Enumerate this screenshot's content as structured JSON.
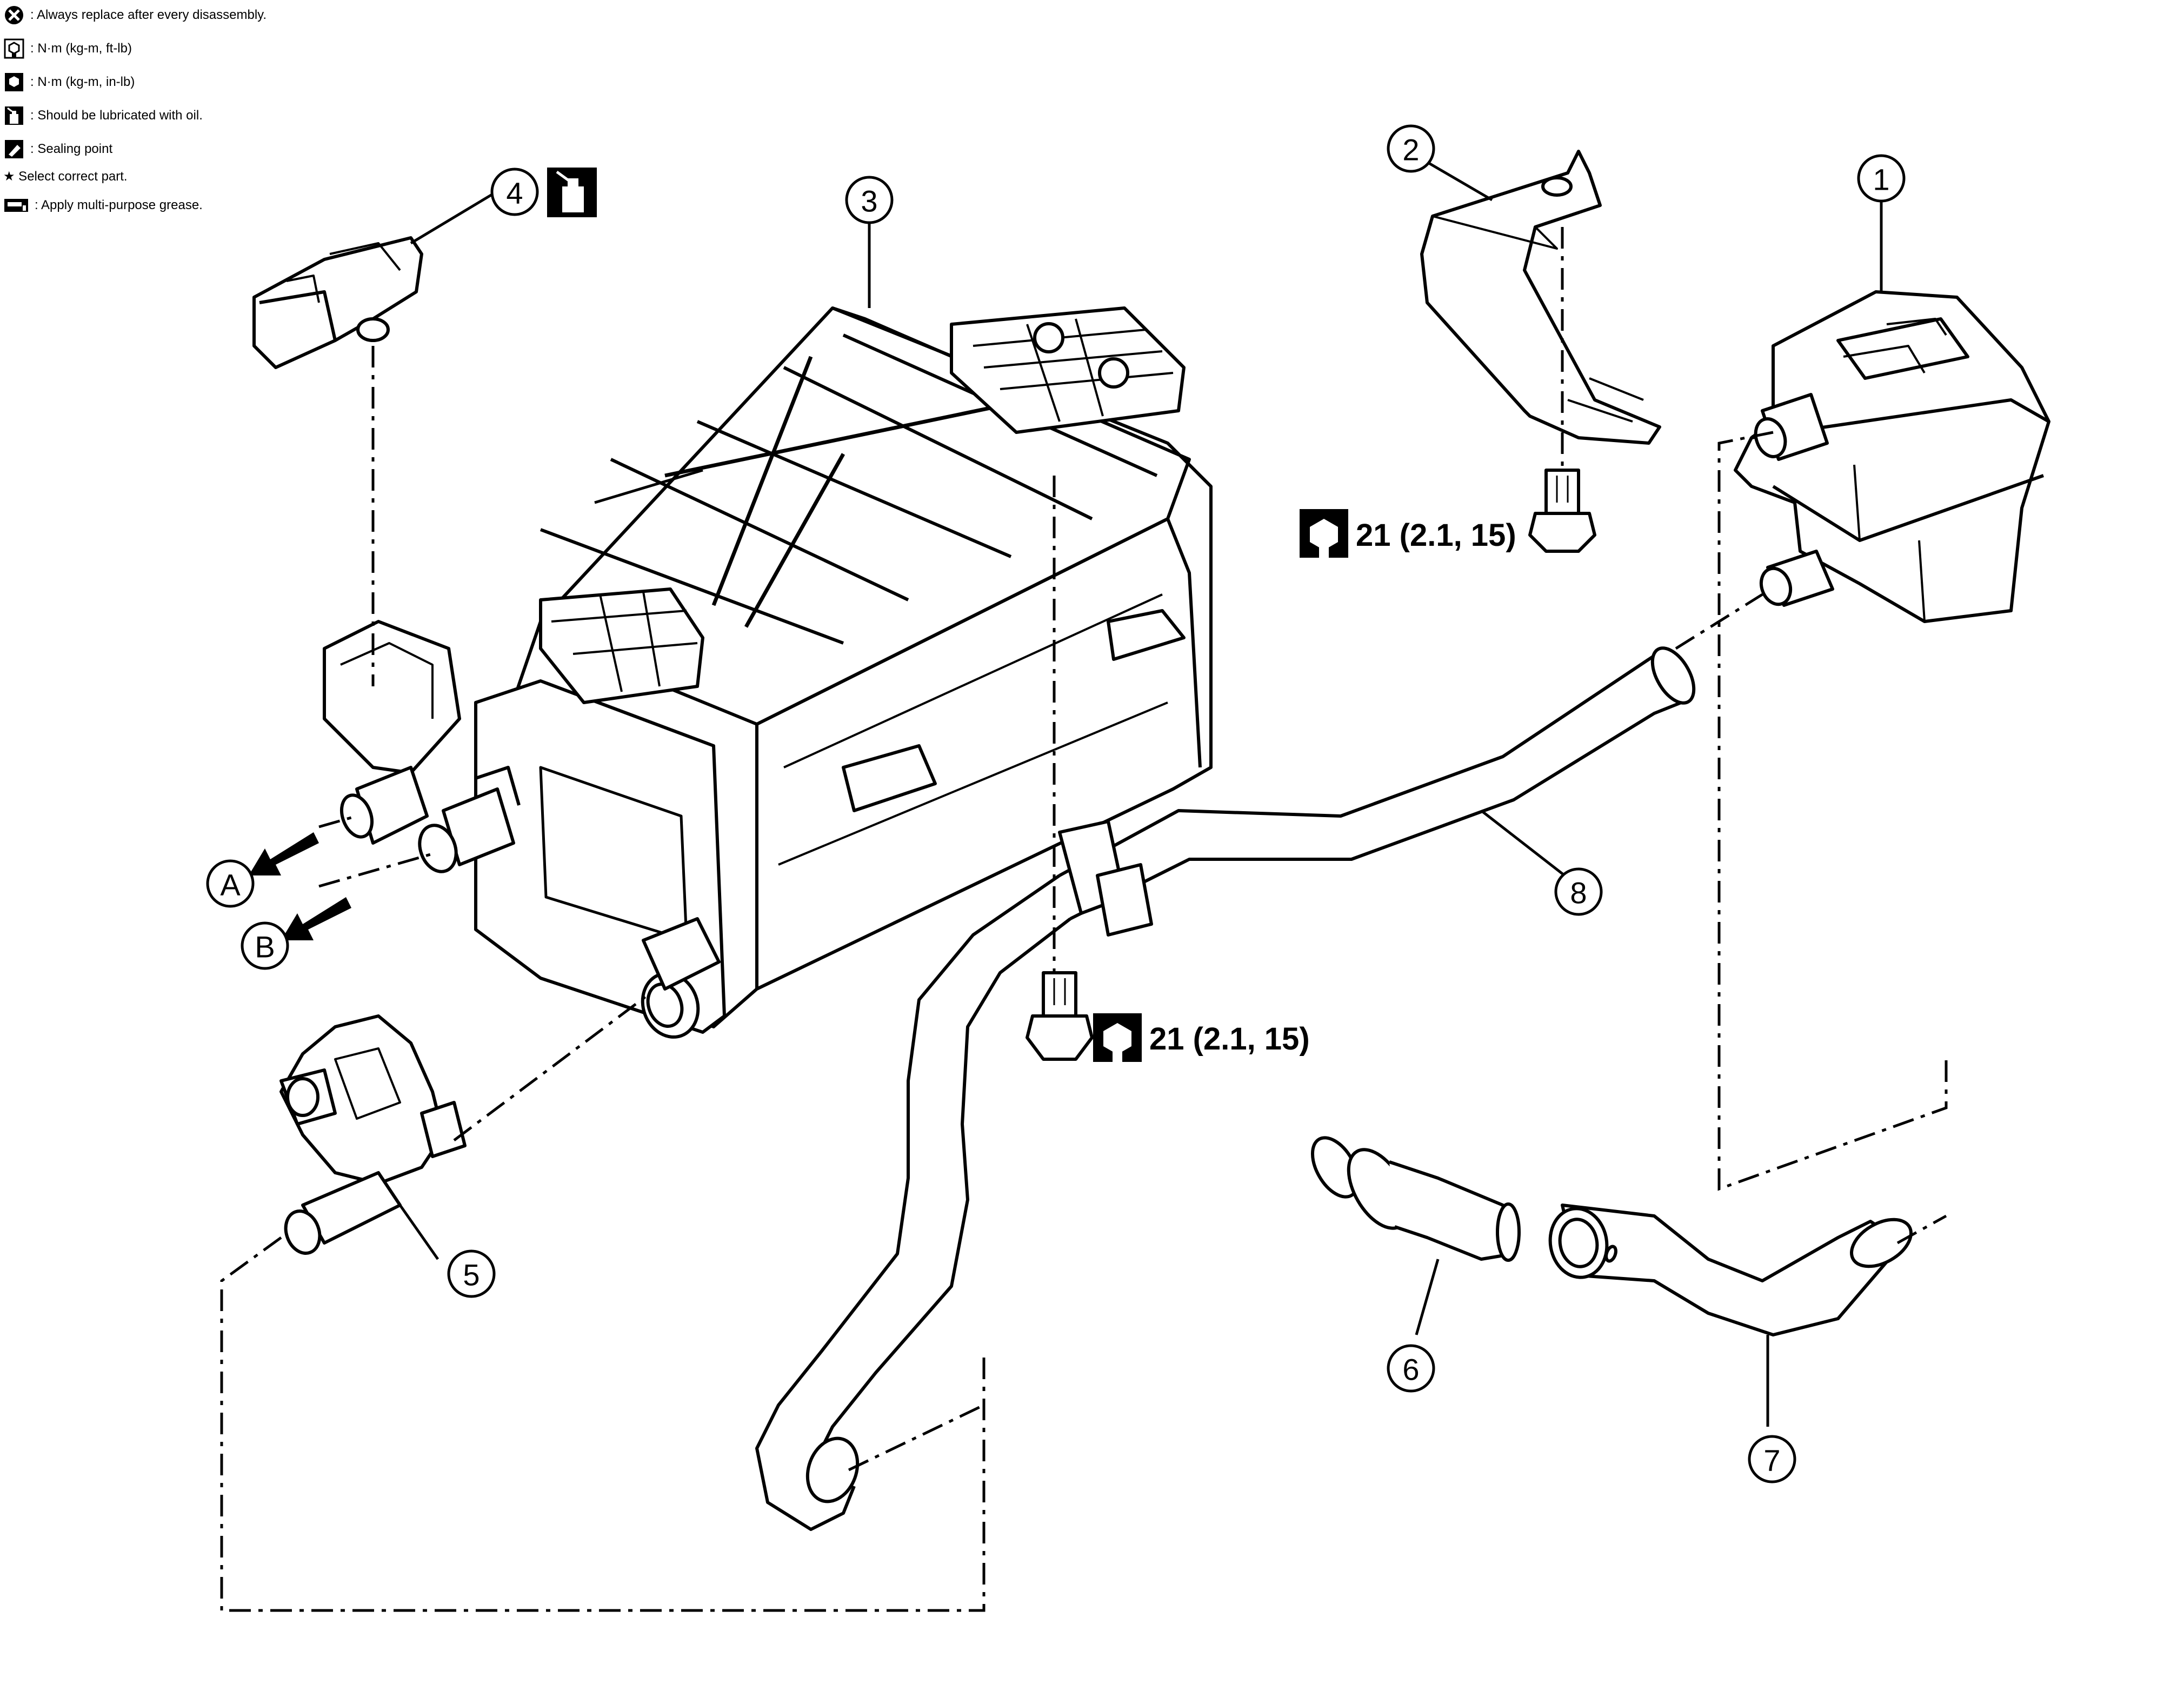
{
  "legend": [
    {
      "icon": "always-replace-icon",
      "text": ": Always replace after every disassembly."
    },
    {
      "icon": "torque-ft-lb-icon",
      "text": ": N·m (kg-m, ft-lb)"
    },
    {
      "icon": "torque-in-lb-icon",
      "text": ": N·m (kg-m, in-lb)"
    },
    {
      "icon": "oil-lubricate-icon",
      "text": ": Should be lubricated with oil."
    },
    {
      "icon": "sealing-point-icon",
      "text": ": Sealing point"
    },
    {
      "icon": "star-icon",
      "text": "★ Select correct part."
    },
    {
      "icon": "grease-icon",
      "text": ": Apply multi-purpose grease."
    }
  ],
  "callouts": {
    "c1": "1",
    "c2": "2",
    "c3": "3",
    "c4": "4",
    "c5": "5",
    "c6": "6",
    "c7": "7",
    "c8": "8",
    "cA": "A",
    "cB": "B"
  },
  "torque": {
    "upper": "21 (2.1, 15)",
    "lower": "21 (2.1, 15)"
  },
  "colors": {
    "line": "#000000",
    "fill": "#ffffff",
    "background": "#ffffff"
  }
}
